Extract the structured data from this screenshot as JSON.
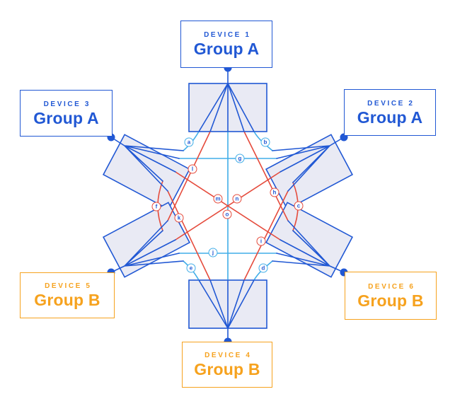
{
  "colors": {
    "blue": "#2158d4",
    "cyan": "#41aee8",
    "red": "#e54b3c",
    "orange": "#f6a21e",
    "port_fill": "#e9eaf4",
    "background": "#ffffff"
  },
  "devices": [
    {
      "name": "DEVICE 1",
      "group": "Group A",
      "position": "top"
    },
    {
      "name": "DEVICE 2",
      "group": "Group A",
      "position": "top-right"
    },
    {
      "name": "DEVICE 3",
      "group": "Group A",
      "position": "top-left"
    },
    {
      "name": "DEVICE 4",
      "group": "Group B",
      "position": "bottom"
    },
    {
      "name": "DEVICE 5",
      "group": "Group B",
      "position": "bottom-left"
    },
    {
      "name": "DEVICE 6",
      "group": "Group B",
      "position": "bottom-right"
    }
  ],
  "links": [
    {
      "label": "a",
      "color": "cyan",
      "from": "Device 1",
      "to": "Device 3"
    },
    {
      "label": "b",
      "color": "cyan",
      "from": "Device 1",
      "to": "Device 2"
    },
    {
      "label": "c",
      "color": "red",
      "from": "Device 2",
      "to": "Device 6"
    },
    {
      "label": "d",
      "color": "cyan",
      "from": "Device 4",
      "to": "Device 6"
    },
    {
      "label": "e",
      "color": "cyan",
      "from": "Device 4",
      "to": "Device 5"
    },
    {
      "label": "f",
      "color": "red",
      "from": "Device 3",
      "to": "Device 5"
    },
    {
      "label": "g",
      "color": "cyan",
      "from": "Device 3",
      "to": "Device 2"
    },
    {
      "label": "h",
      "color": "red",
      "from": "Device 1",
      "to": "Device 6"
    },
    {
      "label": "i",
      "color": "red",
      "from": "Device 2",
      "to": "Device 4"
    },
    {
      "label": "j",
      "color": "cyan",
      "from": "Device 5",
      "to": "Device 6"
    },
    {
      "label": "k",
      "color": "red",
      "from": "Device 3",
      "to": "Device 4"
    },
    {
      "label": "l",
      "color": "red",
      "from": "Device 1",
      "to": "Device 5"
    },
    {
      "label": "m",
      "color": "red",
      "from": "Device 3",
      "to": "Device 6"
    },
    {
      "label": "n",
      "color": "red",
      "from": "Device 2",
      "to": "Device 5"
    },
    {
      "label": "o",
      "color": "red",
      "from": "Device 1",
      "to": "Device 4"
    }
  ]
}
